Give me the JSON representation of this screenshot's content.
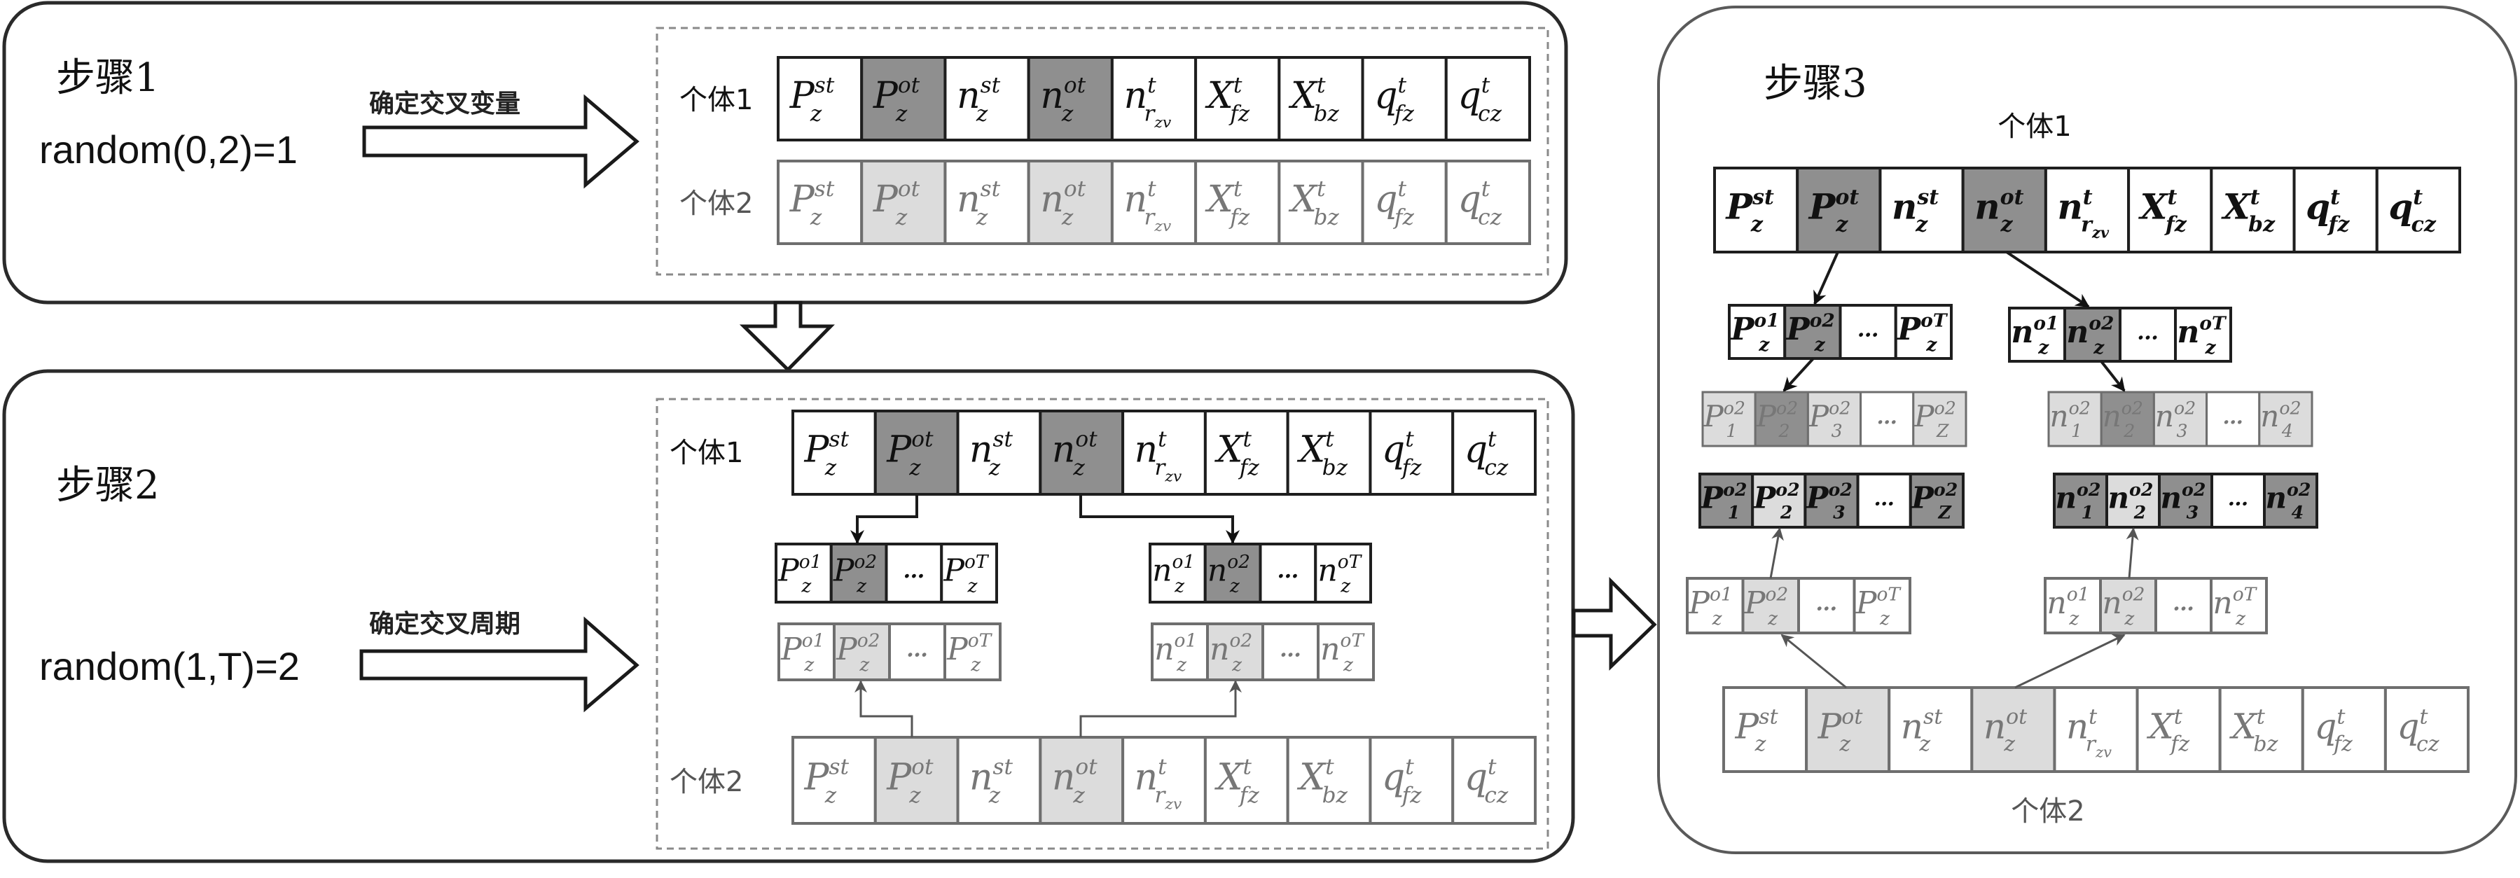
{
  "colors": {
    "dark_fill": "#8f8f8f",
    "light_fill": "#dcdcdc",
    "white_fill": "#ffffff",
    "dark_border": "#1e1e1e",
    "light_border": "#6e6e6e"
  },
  "step1": {
    "title": "步骤1",
    "random_text": "random(0,2)=1",
    "arrow_label": "确定交叉变量",
    "individual1_label": "个体1",
    "individual2_label": "个体2"
  },
  "step2": {
    "title": "步骤2",
    "random_text": "random(1,T)=2",
    "arrow_label": "确定交叉周期",
    "individual1_label": "个体1",
    "individual2_label": "个体2"
  },
  "step3": {
    "title": "步骤3",
    "individual1_label": "个体1",
    "individual2_label": "个体2"
  },
  "chromosome": [
    {
      "base": "P",
      "sup": "st",
      "sub": "z",
      "selected": false
    },
    {
      "base": "P",
      "sup": "ot",
      "sub": "z",
      "selected": true
    },
    {
      "base": "n",
      "sup": "st",
      "sub": "z",
      "selected": false
    },
    {
      "base": "n",
      "sup": "ot",
      "sub": "z",
      "selected": true
    },
    {
      "base": "n",
      "sup": "t",
      "sub": "r",
      "subsub": "zv",
      "selected": false
    },
    {
      "base": "X",
      "sup": "t",
      "sub": "fz",
      "selected": false
    },
    {
      "base": "X",
      "sup": "t",
      "sub": "bz",
      "selected": false
    },
    {
      "base": "q",
      "sup": "t",
      "sub": "fz",
      "selected": false
    },
    {
      "base": "q",
      "sup": "t",
      "sub": "cz",
      "selected": false
    }
  ],
  "period_P": [
    {
      "base": "P",
      "sup": "o1",
      "sub": "z",
      "selected": false
    },
    {
      "base": "P",
      "sup": "o2",
      "sub": "z",
      "selected": true
    },
    {
      "base": "…",
      "sup": "",
      "sub": "",
      "selected": false,
      "ellipsis": true
    },
    {
      "base": "P",
      "sup": "oT",
      "sub": "z",
      "selected": false
    }
  ],
  "period_n": [
    {
      "base": "n",
      "sup": "o1",
      "sub": "z",
      "selected": false
    },
    {
      "base": "n",
      "sup": "o2",
      "sub": "z",
      "selected": true
    },
    {
      "base": "…",
      "sup": "",
      "sub": "",
      "selected": false,
      "ellipsis": true
    },
    {
      "base": "n",
      "sup": "oT",
      "sub": "z",
      "selected": false
    }
  ],
  "zone_P": [
    {
      "base": "P",
      "sup": "o2",
      "sub": "1"
    },
    {
      "base": "P",
      "sup": "o2",
      "sub": "2"
    },
    {
      "base": "P",
      "sup": "o2",
      "sub": "3"
    },
    {
      "base": "…",
      "sup": "",
      "sub": "",
      "ellipsis": true
    },
    {
      "base": "P",
      "sup": "o2",
      "sub": "Z"
    }
  ],
  "zone_n": [
    {
      "base": "n",
      "sup": "o2",
      "sub": "1"
    },
    {
      "base": "n",
      "sup": "o2",
      "sub": "2"
    },
    {
      "base": "n",
      "sup": "o2",
      "sub": "3"
    },
    {
      "base": "…",
      "sup": "",
      "sub": "",
      "ellipsis": true
    },
    {
      "base": "n",
      "sup": "o2",
      "sub": "4"
    }
  ]
}
